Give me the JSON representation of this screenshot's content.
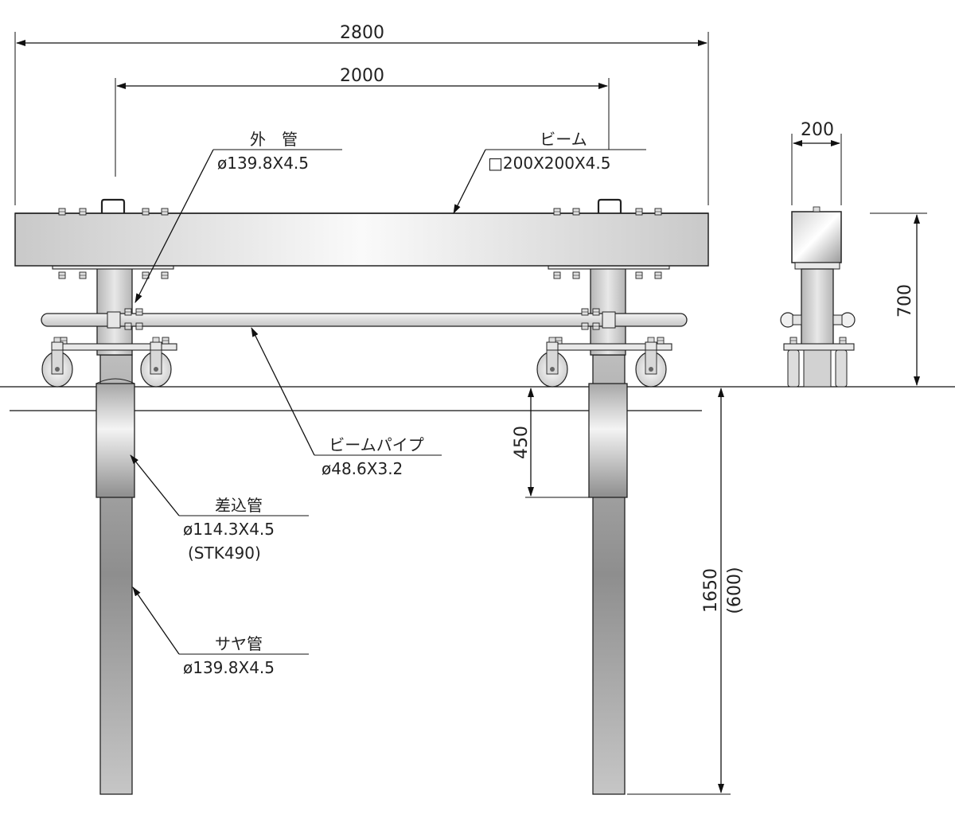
{
  "dimensions": {
    "overall_width": "2800",
    "post_spacing": "2000",
    "beam_width": "200",
    "height_above_ground": "700",
    "sleeve_depth": "450",
    "embed_depth": "1650",
    "embed_depth_alt": "(600)"
  },
  "labels": {
    "outer_pipe": {
      "name": "外　管",
      "spec": "ø139.8X4.5"
    },
    "beam": {
      "name": "ビーム",
      "spec": "□200X200X4.5"
    },
    "beam_pipe": {
      "name": "ビームパイプ",
      "spec": "ø48.6X3.2"
    },
    "insert_pipe": {
      "name": "差込管",
      "spec": "ø114.3X4.5",
      "material": "(STK490)"
    },
    "sheath_pipe": {
      "name": "サヤ管",
      "spec": "ø139.8X4.5"
    }
  },
  "colors": {
    "line": "#111111",
    "metal_light": "#f2f2f2",
    "metal_mid": "#c8c8c8",
    "metal_dark": "#9a9a9a"
  }
}
